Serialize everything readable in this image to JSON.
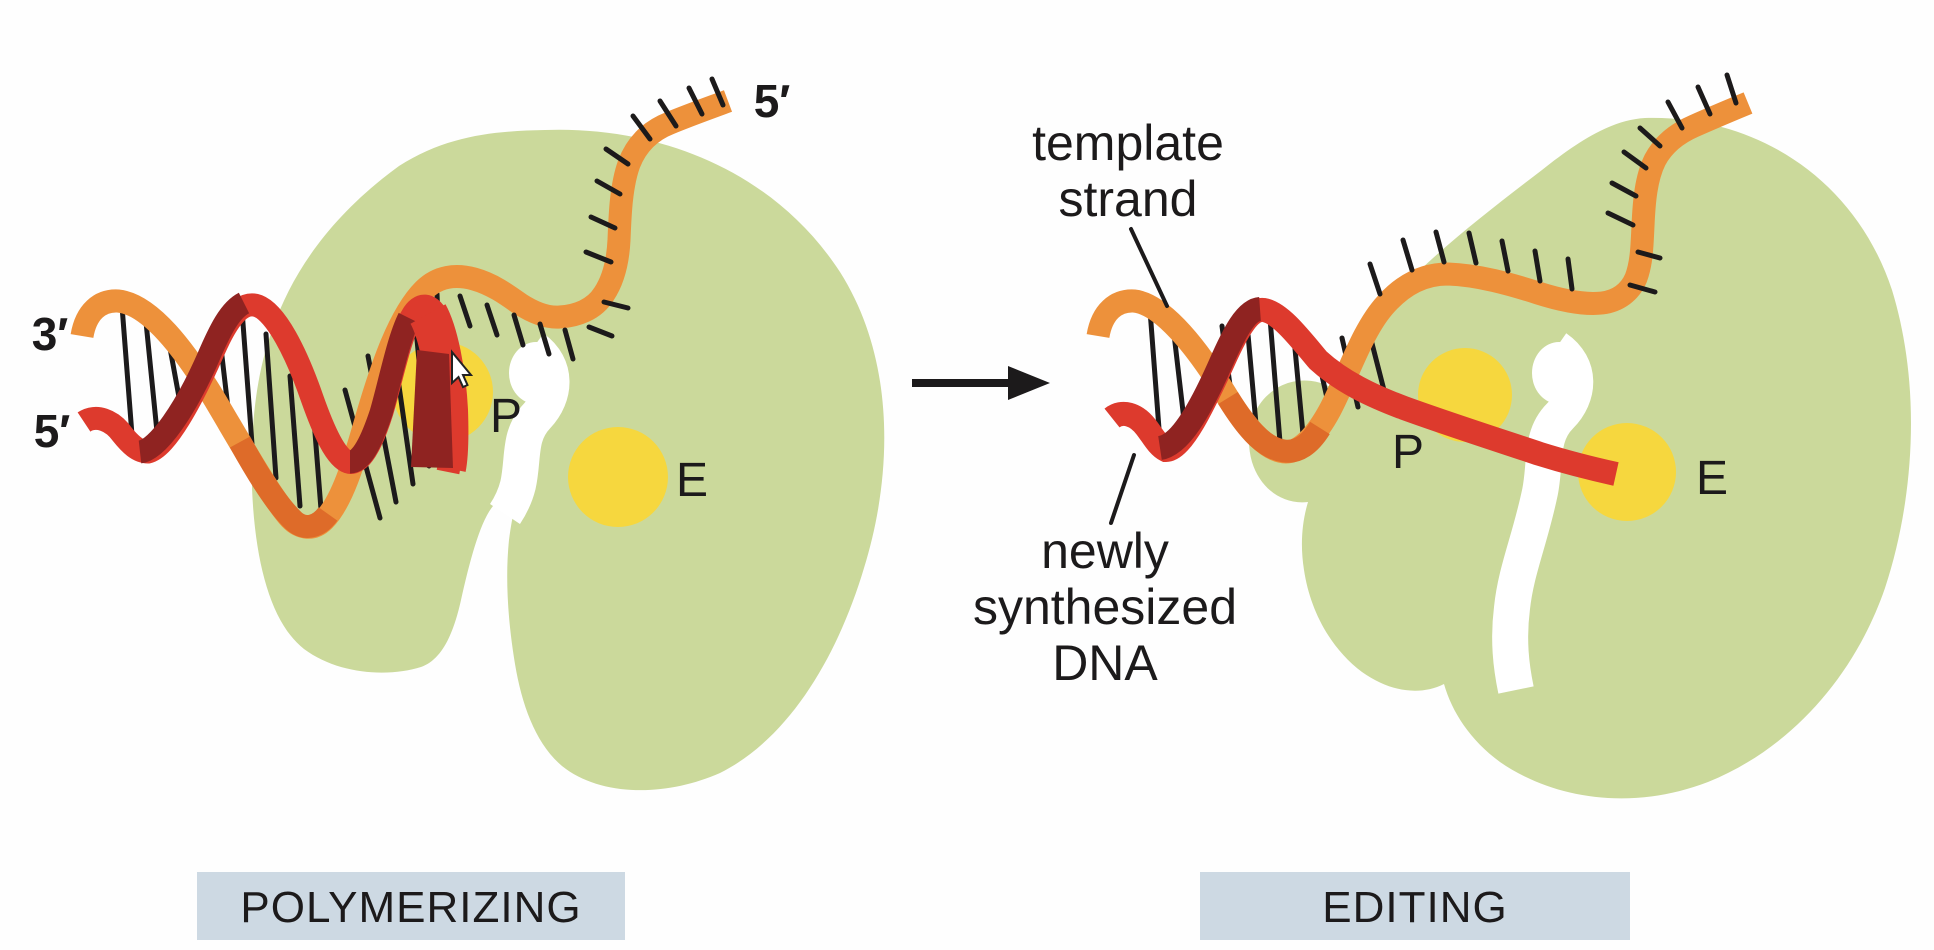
{
  "left_panel": {
    "caption": "POLYMERIZING",
    "three_prime": "3′",
    "five_prime_bottom": "5′",
    "five_prime_top": "5′",
    "p_site": "P",
    "e_site": "E"
  },
  "right_panel": {
    "caption": "EDITING",
    "p_site": "P",
    "e_site": "E"
  },
  "annotations": {
    "template_line1": "template",
    "template_line2": "strand",
    "newly_line1": "newly",
    "newly_line2": "synthesized",
    "newly_line3": "DNA"
  },
  "colors": {
    "enzyme_green": "#cbd99b",
    "site_yellow": "#f6d73e",
    "strand_orange": "#ed913b",
    "deep_orange": "#de6b29",
    "strand_red": "#dd3a2d",
    "dark_red": "#8f2321",
    "ink": "#1c1a1b",
    "caption_bg": "#cdd9e3",
    "white": "#ffffff"
  }
}
